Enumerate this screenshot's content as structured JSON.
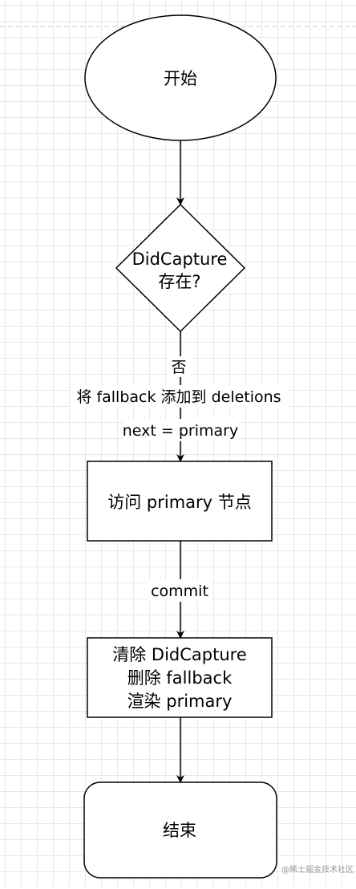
{
  "diagram": {
    "nodes": {
      "start": {
        "label": "开始",
        "shape": "ellipse"
      },
      "decision": {
        "lines": [
          "DidCapture",
          "存在?"
        ],
        "shape": "diamond"
      },
      "visit": {
        "label": "访问 primary 节点",
        "shape": "rectangle"
      },
      "commit_actions": {
        "lines": [
          "清除 DidCapture",
          "删除 fallback",
          "渲染 primary"
        ],
        "shape": "rectangle"
      },
      "end": {
        "label": "结束",
        "shape": "rounded-rectangle"
      }
    },
    "edges": {
      "decision_to_visit": {
        "lines": [
          "否",
          "将 fallback 添加到 deletions",
          "next = primary"
        ]
      },
      "visit_to_commit": {
        "label": "commit"
      }
    }
  },
  "watermark": "@稀土掘金技术社区",
  "colors": {
    "stroke": "#000000",
    "grid": "#e8e8e8",
    "background": "#ffffff",
    "dashed_border": "#c8c8c8"
  }
}
